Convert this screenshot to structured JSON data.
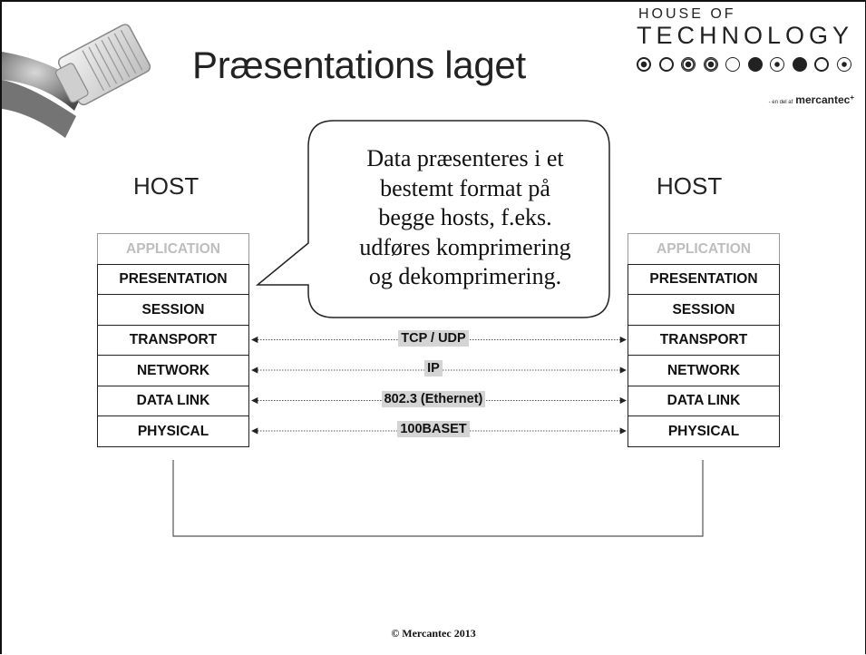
{
  "slide": {
    "title": "Præsentations laget",
    "footer": "© Mercantec 2013"
  },
  "branding": {
    "line1": "HOUSE OF",
    "line2": "TECHNOLOGY",
    "tagline_small": "- en del af",
    "tagline_main": "mercantec",
    "tagline_plus": "+",
    "dot_styles": [
      "ring-dot",
      "ring",
      "target",
      "target",
      "ring-thin",
      "solid",
      "target-small",
      "solid",
      "ring",
      "target-small"
    ]
  },
  "hosts": {
    "left_label": "HOST",
    "right_label": "HOST",
    "layers": [
      {
        "name": "APPLICATION",
        "dimmed": true
      },
      {
        "name": "PRESENTATION",
        "dimmed": false
      },
      {
        "name": "SESSION",
        "dimmed": false
      },
      {
        "name": "TRANSPORT",
        "dimmed": false
      },
      {
        "name": "NETWORK",
        "dimmed": false
      },
      {
        "name": "DATA LINK",
        "dimmed": false
      },
      {
        "name": "PHYSICAL",
        "dimmed": false
      }
    ]
  },
  "callout": {
    "lines": [
      "Data præsenteres i et",
      "bestemt format på",
      "begge hosts, f.eks.",
      "udføres komprimering",
      "og dekomprimering."
    ]
  },
  "protocols": [
    {
      "layer": "TRANSPORT",
      "label": "TCP / UDP"
    },
    {
      "layer": "NETWORK",
      "label": "IP"
    },
    {
      "layer": "DATA LINK",
      "label": "802.3 (Ethernet)"
    },
    {
      "layer": "PHYSICAL",
      "label": "100BASET"
    }
  ],
  "colors": {
    "dimmed_text": "#bdbdbd",
    "protocol_highlight": "#d4d4d4",
    "line": "#222222"
  }
}
